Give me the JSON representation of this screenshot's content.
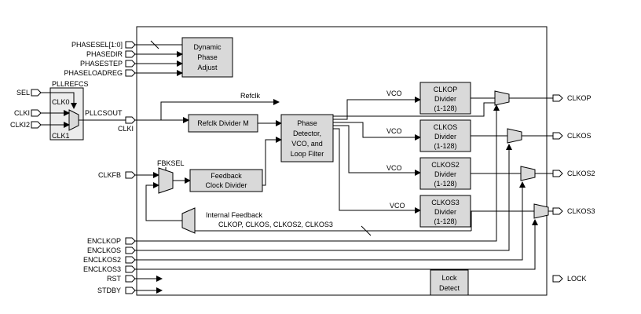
{
  "inputs": {
    "phasesel": "PHASESEL[1:0]",
    "phasedir": "PHASEDIR",
    "phasestep": "PHASESTEP",
    "phaseloadreg": "PHASELOADREG",
    "sel": "SEL",
    "clki": "CLKI",
    "clki2": "CLKI2",
    "clkfb": "CLKFB",
    "enclkop": "ENCLKOP",
    "enclkos": "ENCLKOS",
    "enclkos2": "ENCLKOS2",
    "enclkos3": "ENCLKOS3",
    "rst": "RST",
    "stdby": "STDBY"
  },
  "outputs": {
    "clkop": "CLKOP",
    "clkos": "CLKOS",
    "clkos2": "CLKOS2",
    "clkos3": "CLKOS3",
    "lock": "LOCK"
  },
  "refmux": {
    "title": "PLLREFCS",
    "in0": "CLK0",
    "in1": "CLK1",
    "out_label": "PLLCSOUT",
    "clki_label": "CLKI"
  },
  "blocks": {
    "dynamic_phase": [
      "Dynamic",
      "Phase",
      "Adjust"
    ],
    "refclk_divider": "Refclk Divider M",
    "phase_detector": [
      "Phase",
      "Detector,",
      "VCO, and",
      "Loop Filter"
    ],
    "feedback_divider": [
      "Feedback",
      "Clock Divider"
    ],
    "clkop_divider": [
      "CLKOP",
      "Divider",
      "(1-128)"
    ],
    "clkos_divider": [
      "CLKOS",
      "Divider",
      "(1-128)"
    ],
    "clkos2_divider": [
      "CLKOS2",
      "Divider",
      "(1-128)"
    ],
    "clkos3_divider": [
      "CLKOS3",
      "Divider",
      "(1-128)"
    ],
    "lock_detect": [
      "Lock",
      "Detect"
    ]
  },
  "labels": {
    "refclk": "Refclk",
    "vco": "VCO",
    "fbksel": "FBKSEL",
    "internal_feedback": "Internal Feedback",
    "feedback_sources": "CLKOP, CLKOS, CLKOS2, CLKOS3"
  }
}
